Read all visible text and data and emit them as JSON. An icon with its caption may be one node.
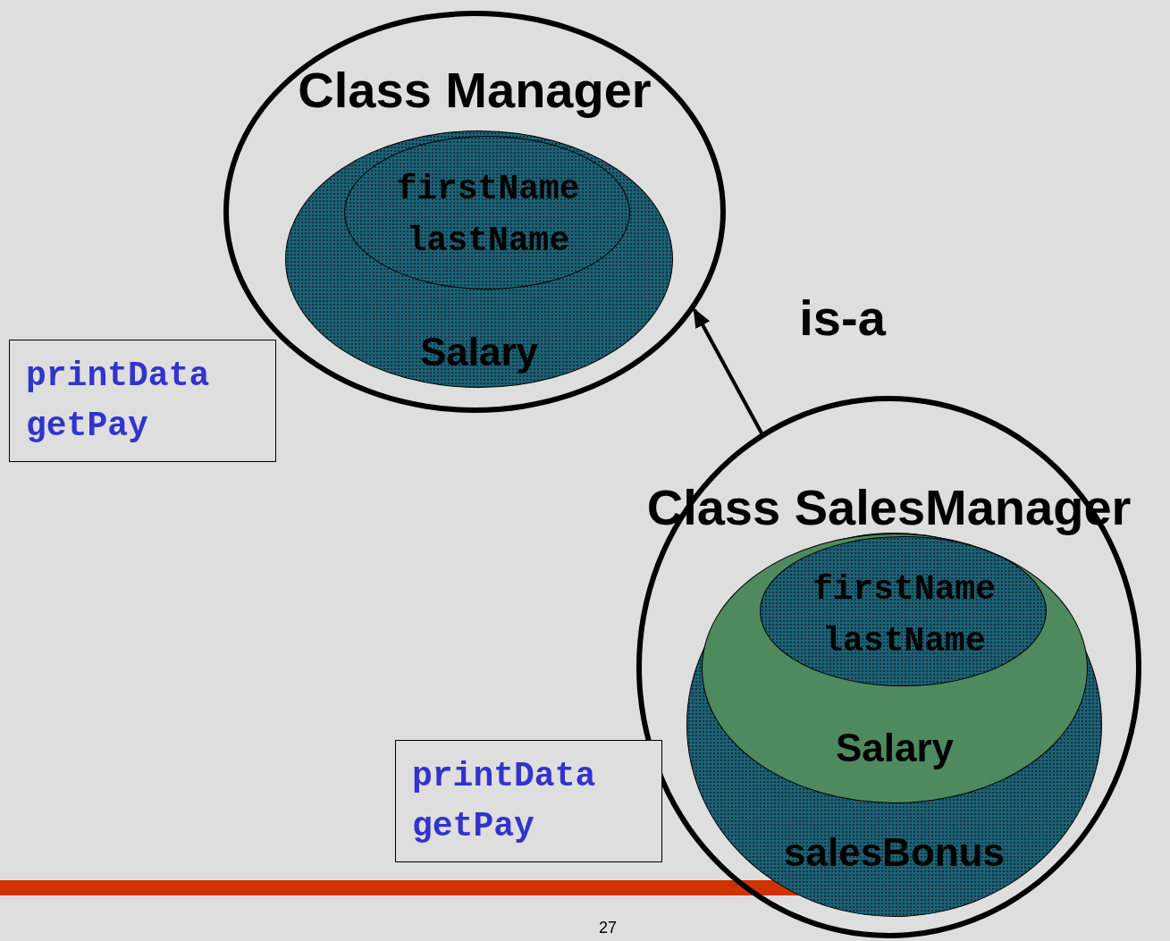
{
  "diagram": {
    "nodes": [
      {
        "text": [
          "Class Manager"
        ]
      },
      {
        "text": [
          "Salary"
        ],
        "in": 0
      },
      {
        "text": [
          "firstName lastName"
        ],
        "in": 1
      },
      {
        "text": [
          "printData getPay"
        ]
      },
      {
        "text": [
          "Class SalesManager"
        ]
      },
      {
        "text": [
          "salesBonus"
        ],
        "in": 4
      },
      {
        "text": [
          "Salary"
        ],
        "in": 5
      },
      {
        "text": [
          "firstName lastName"
        ],
        "in": 6
      },
      {
        "text": [
          "printData getPay"
        ]
      }
    ],
    "edges": [
      {
        "from": 4,
        "to": 0,
        "arrow": "to",
        "label": "is-a"
      }
    ],
    "labels": [
      "27"
    ]
  }
}
